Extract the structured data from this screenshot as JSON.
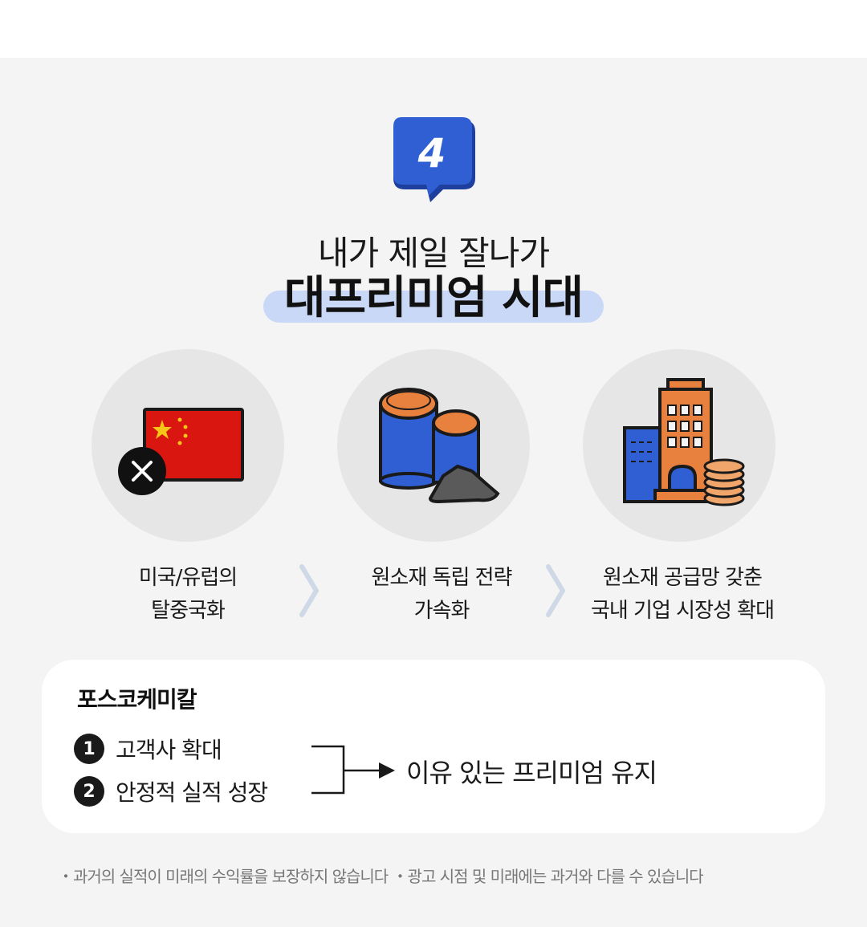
{
  "badge": {
    "number": "4",
    "color": "#2f5fd2"
  },
  "headline": {
    "line1": "내가 제일 잘나가",
    "line2": "대프리미엄 시대",
    "highlight_color": "#c9d8f6"
  },
  "steps": [
    {
      "icon": "china-flag-x-icon",
      "line1": "미국/유럽의",
      "line2": "탈중국화"
    },
    {
      "icon": "raw-materials-icon",
      "line1": "원소재 독립 전략",
      "line2": "가속화"
    },
    {
      "icon": "building-coins-icon",
      "line1": "원소재 공급망 갖춘",
      "line2": "국내 기업 시장성 확대"
    }
  ],
  "card": {
    "title": "포스코케미칼",
    "items": [
      {
        "num": "1",
        "text": "고객사 확대"
      },
      {
        "num": "2",
        "text": "안정적 실적 성장"
      }
    ],
    "result": "이유 있는 프리미엄 유지"
  },
  "footnote": "・과거의 실적이 미래의 수익률을 보장하지 않습니다  ・광고 시점 및 미래에는 과거와 다를 수 있습니다",
  "colors": {
    "background": "#f4f4f4",
    "accent_blue": "#2f5fd2",
    "orange": "#e8803e",
    "red": "#d9160f"
  }
}
